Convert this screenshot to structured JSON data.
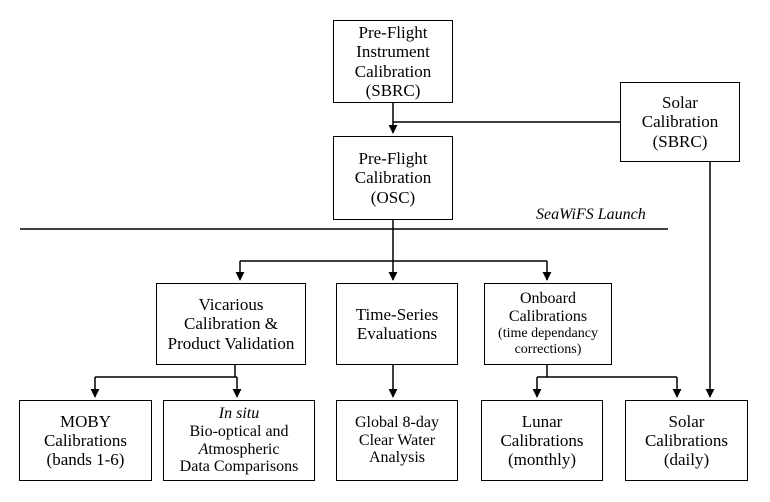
{
  "diagram": {
    "preflight_instrument": {
      "lines": [
        "Pre-Flight",
        "Instrument",
        "Calibration",
        "(SBRC)"
      ]
    },
    "solar_calibration_sbrc": {
      "lines": [
        "Solar",
        "Calibration",
        "(SBRC)"
      ]
    },
    "preflight_osc": {
      "lines": [
        "Pre-Flight",
        "Calibration",
        "(OSC)"
      ]
    },
    "launch_label": "SeaWiFS Launch",
    "vicarious": {
      "lines": [
        "Vicarious",
        "Calibration &",
        "Product Validation"
      ]
    },
    "time_series": {
      "lines": [
        "Time-Series",
        "Evaluations"
      ]
    },
    "onboard": {
      "line1": "Onboard",
      "line2": "Calibrations",
      "line3": "(time dependancy",
      "line4": "corrections)"
    },
    "moby": {
      "lines": [
        "MOBY",
        "Calibrations",
        "(bands 1-6)"
      ]
    },
    "insitu": {
      "line1": "In situ",
      "line2": "Bio-optical and",
      "line3_italic": "A",
      "line3_rest": "tmospheric",
      "line4": "Data Comparisons"
    },
    "global": {
      "lines": [
        "Global 8-day",
        "Clear Water",
        "Analysis"
      ]
    },
    "lunar": {
      "lines": [
        "Lunar",
        "Calibrations",
        "(monthly)"
      ]
    },
    "solar_daily": {
      "lines": [
        "Solar",
        "Calibrations",
        "(daily)"
      ]
    }
  }
}
